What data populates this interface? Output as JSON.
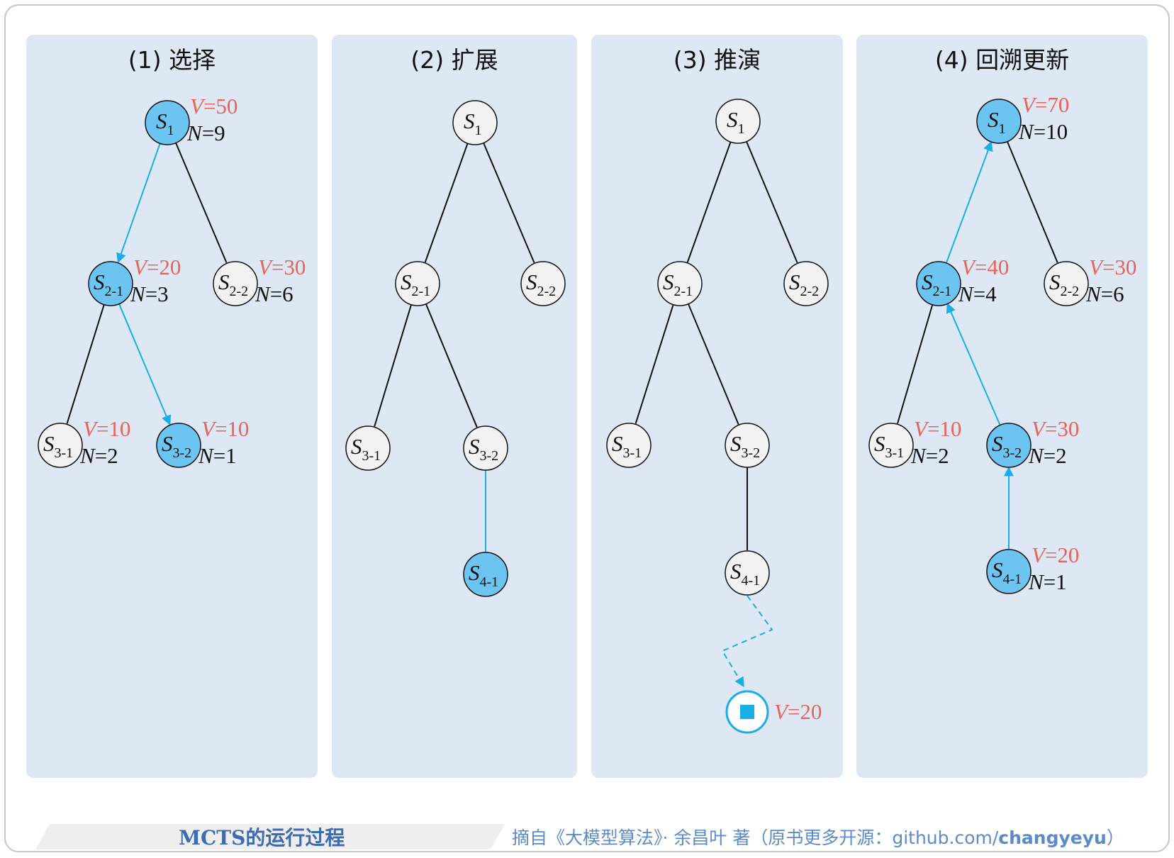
{
  "panels": [
    {
      "title": "(1) 选择",
      "nodes": [
        {
          "id": "s1",
          "base": "S",
          "sub": "1",
          "highlight": true,
          "v": "50",
          "n": "9"
        },
        {
          "id": "s21",
          "base": "S",
          "sub": "2-1",
          "highlight": true,
          "v": "20",
          "n": "3"
        },
        {
          "id": "s22",
          "base": "S",
          "sub": "2-2",
          "highlight": false,
          "v": "30",
          "n": "6"
        },
        {
          "id": "s31",
          "base": "S",
          "sub": "3-1",
          "highlight": false,
          "v": "10",
          "n": "2"
        },
        {
          "id": "s32",
          "base": "S",
          "sub": "3-2",
          "highlight": true,
          "v": "10",
          "n": "1"
        }
      ],
      "edges": [
        {
          "from": "s1",
          "to": "s21",
          "style": "blue-arrow-down"
        },
        {
          "from": "s1",
          "to": "s22",
          "style": "black"
        },
        {
          "from": "s21",
          "to": "s31",
          "style": "black"
        },
        {
          "from": "s21",
          "to": "s32",
          "style": "blue-arrow-down"
        }
      ]
    },
    {
      "title": "(2) 扩展",
      "nodes": [
        {
          "id": "s1",
          "base": "S",
          "sub": "1",
          "highlight": false
        },
        {
          "id": "s21",
          "base": "S",
          "sub": "2-1",
          "highlight": false
        },
        {
          "id": "s22",
          "base": "S",
          "sub": "2-2",
          "highlight": false
        },
        {
          "id": "s31",
          "base": "S",
          "sub": "3-1",
          "highlight": false
        },
        {
          "id": "s32",
          "base": "S",
          "sub": "3-2",
          "highlight": false
        },
        {
          "id": "s41",
          "base": "S",
          "sub": "4-1",
          "highlight": true
        }
      ],
      "edges": [
        {
          "from": "s1",
          "to": "s21",
          "style": "black"
        },
        {
          "from": "s1",
          "to": "s22",
          "style": "black"
        },
        {
          "from": "s21",
          "to": "s31",
          "style": "black"
        },
        {
          "from": "s21",
          "to": "s32",
          "style": "black"
        },
        {
          "from": "s32",
          "to": "s41",
          "style": "blue"
        }
      ]
    },
    {
      "title": "(3) 推演",
      "nodes": [
        {
          "id": "s1",
          "base": "S",
          "sub": "1",
          "highlight": false
        },
        {
          "id": "s21",
          "base": "S",
          "sub": "2-1",
          "highlight": false
        },
        {
          "id": "s22",
          "base": "S",
          "sub": "2-2",
          "highlight": false
        },
        {
          "id": "s31",
          "base": "S",
          "sub": "3-1",
          "highlight": false
        },
        {
          "id": "s32",
          "base": "S",
          "sub": "3-2",
          "highlight": false
        },
        {
          "id": "s41",
          "base": "S",
          "sub": "4-1",
          "highlight": false
        }
      ],
      "edges": [
        {
          "from": "s1",
          "to": "s21",
          "style": "black"
        },
        {
          "from": "s1",
          "to": "s22",
          "style": "black"
        },
        {
          "from": "s21",
          "to": "s31",
          "style": "black"
        },
        {
          "from": "s21",
          "to": "s32",
          "style": "black"
        },
        {
          "from": "s32",
          "to": "s41",
          "style": "black"
        }
      ],
      "terminal": {
        "v": "20"
      }
    },
    {
      "title": "(4) 回溯更新",
      "nodes": [
        {
          "id": "s1",
          "base": "S",
          "sub": "1",
          "highlight": true,
          "v": "70",
          "n": "10"
        },
        {
          "id": "s21",
          "base": "S",
          "sub": "2-1",
          "highlight": true,
          "v": "40",
          "n": "4"
        },
        {
          "id": "s22",
          "base": "S",
          "sub": "2-2",
          "highlight": false,
          "v": "30",
          "n": "6"
        },
        {
          "id": "s31",
          "base": "S",
          "sub": "3-1",
          "highlight": false,
          "v": "10",
          "n": "2"
        },
        {
          "id": "s32",
          "base": "S",
          "sub": "3-2",
          "highlight": true,
          "v": "30",
          "n": "2"
        },
        {
          "id": "s41",
          "base": "S",
          "sub": "4-1",
          "highlight": true,
          "v": "20",
          "n": "1"
        }
      ],
      "edges": [
        {
          "from": "s1",
          "to": "s21",
          "style": "blue-arrow-up"
        },
        {
          "from": "s1",
          "to": "s22",
          "style": "black"
        },
        {
          "from": "s21",
          "to": "s31",
          "style": "black"
        },
        {
          "from": "s21",
          "to": "s32",
          "style": "blue-arrow-up"
        },
        {
          "from": "s32",
          "to": "s41",
          "style": "blue-arrow-up"
        }
      ]
    }
  ],
  "value_prefix": "V",
  "visit_prefix": "N",
  "colors": {
    "panel_bg": "#dde8f4",
    "node_fill": "#f2f2f2",
    "node_highlight": "#6cc5f0",
    "edge_blue": "#19aee8",
    "value_text": "#e8635a"
  },
  "footer": {
    "title": "MCTS的运行过程",
    "credit_prefix": "摘自《大模型算法》· 余昌叶 著（原书更多开源：github.com/",
    "credit_bold": "changyeyu",
    "credit_suffix": "）"
  }
}
